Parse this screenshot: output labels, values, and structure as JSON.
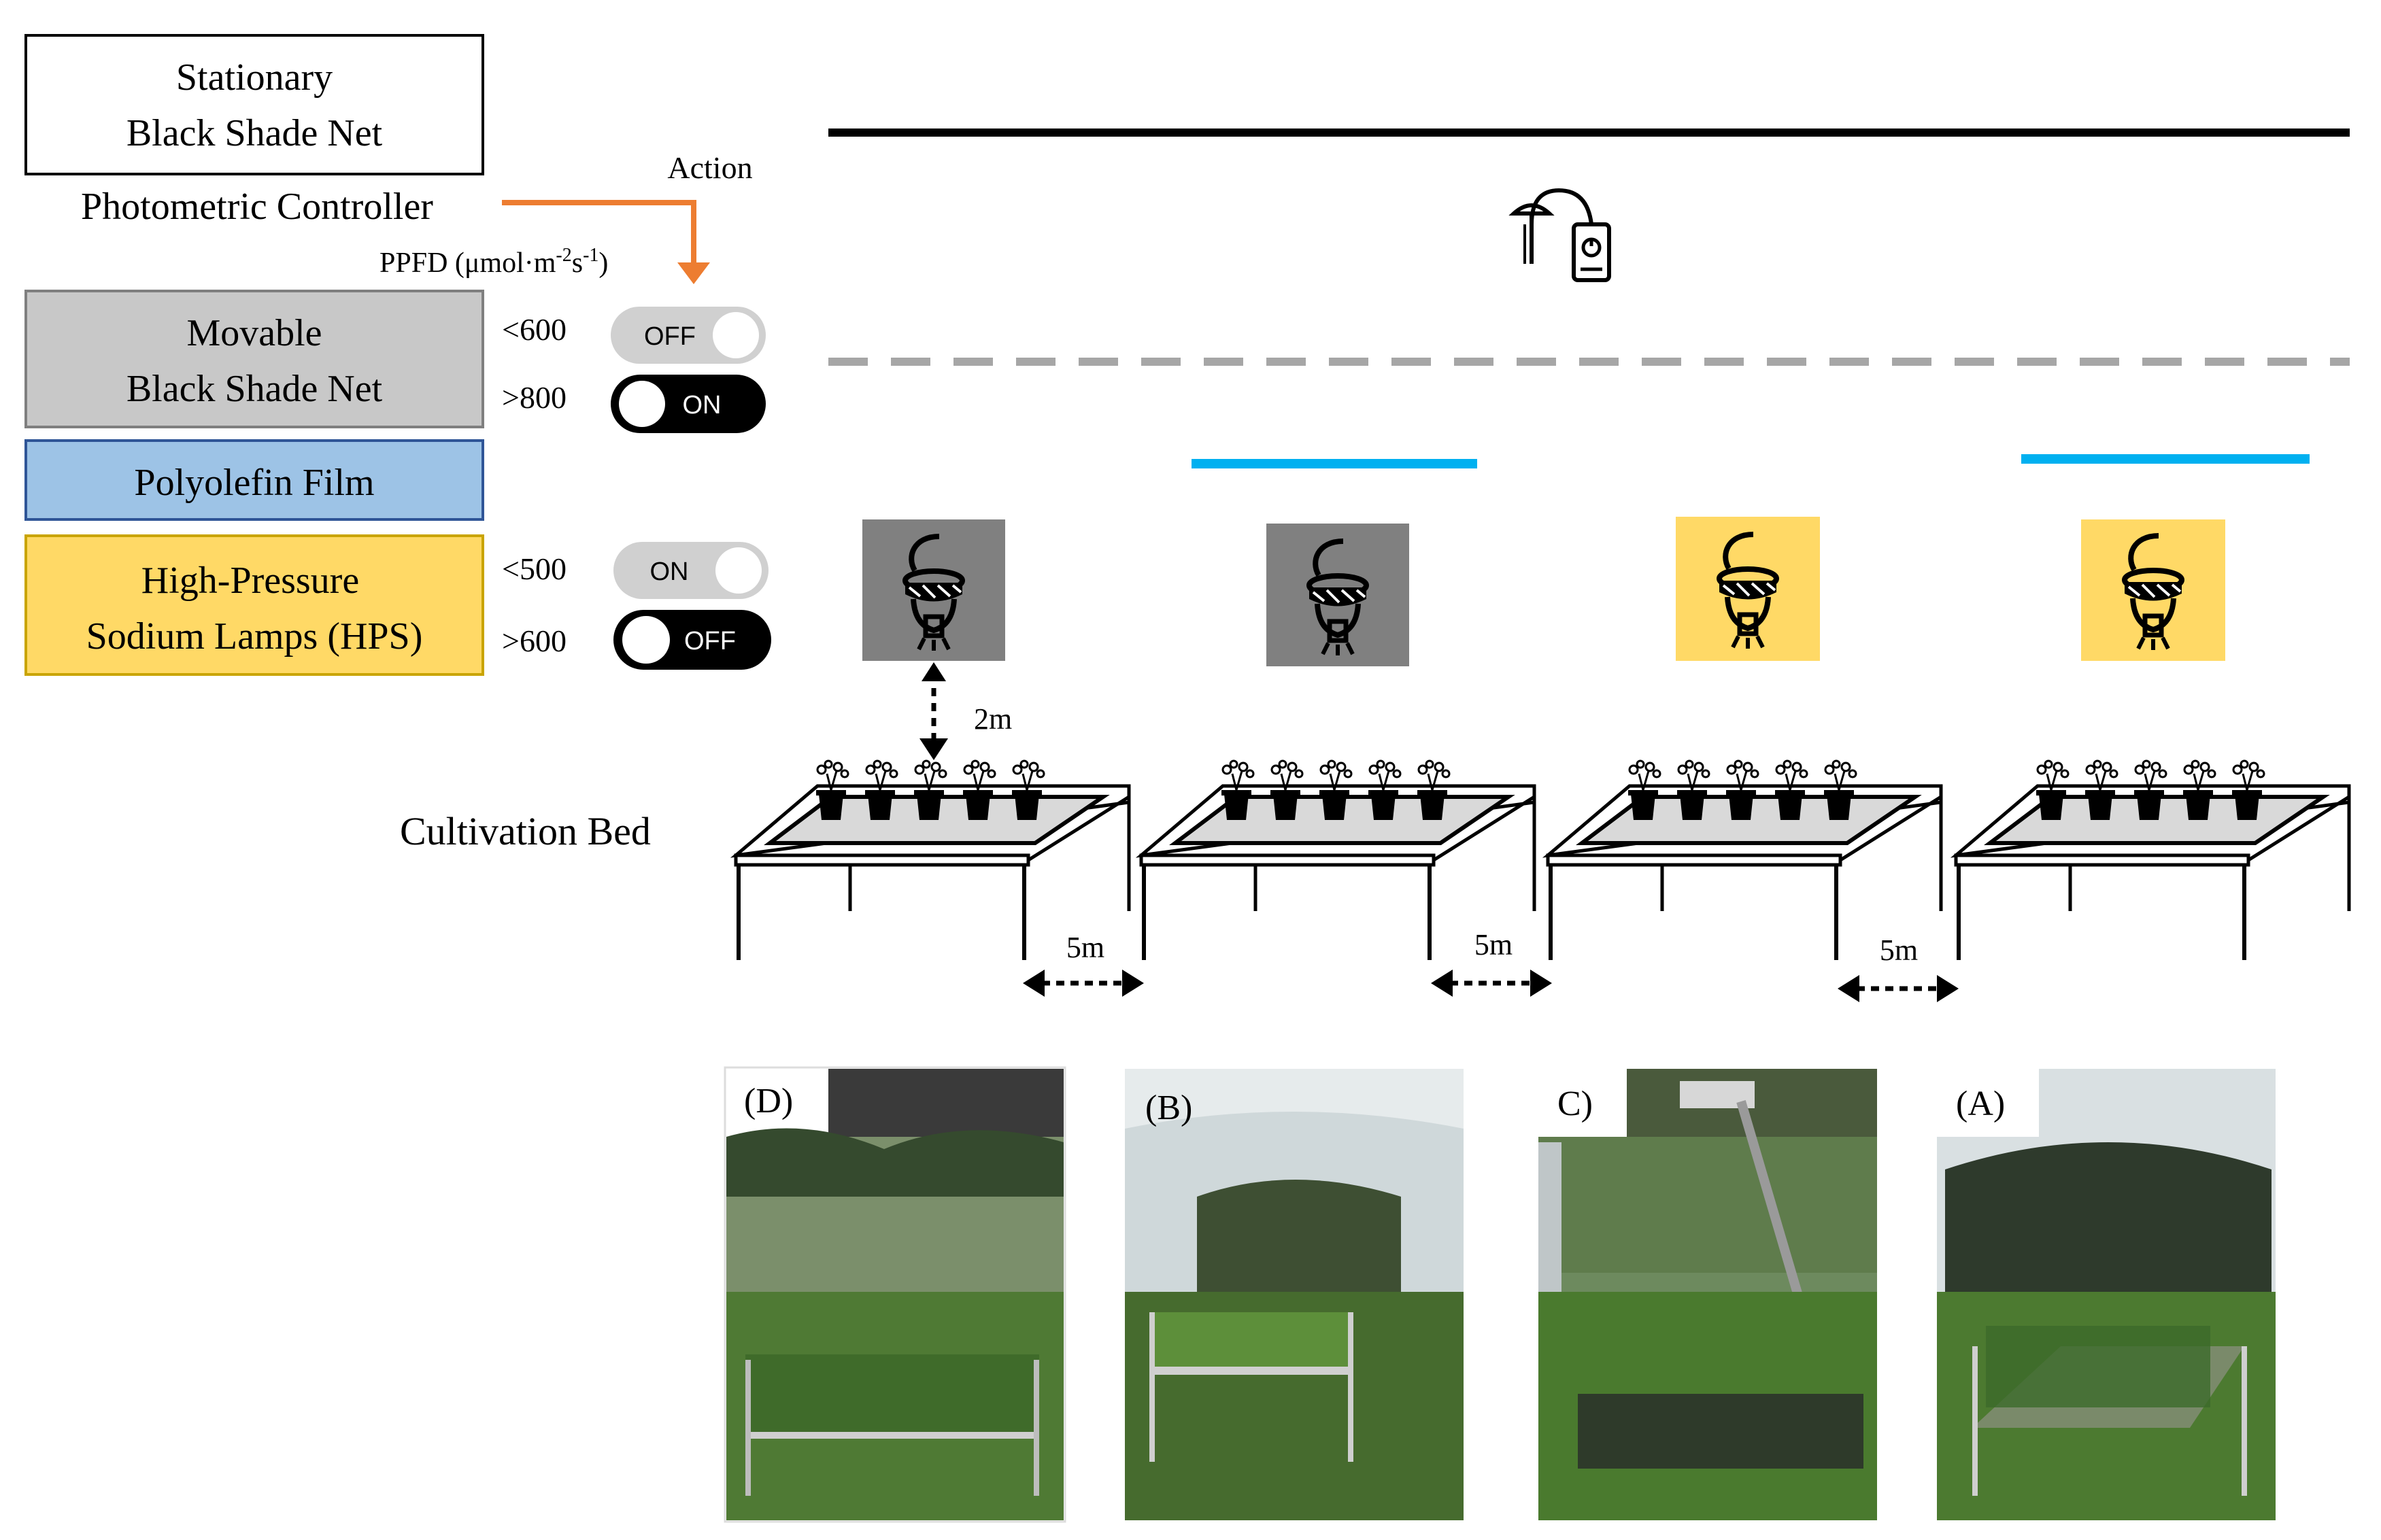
{
  "legend": {
    "stationary_net": {
      "line1": "Stationary",
      "line2": "Black Shade Net"
    },
    "controller": {
      "label": "Photometric Controller",
      "action": "Action",
      "ppfd": "PPFD (μmol·m",
      "ppfd_sup1": "-2",
      "ppfd_mid": "s",
      "ppfd_sup2": "-1",
      "ppfd_end": ")"
    },
    "movable_net": {
      "line1": "Movable",
      "line2": "Black Shade Net",
      "fill": "#c8c8c8"
    },
    "polyolefin": {
      "label": "Polyolefin Film",
      "fill": "#9dc3e6"
    },
    "hps": {
      "line1": "High-Pressure",
      "line2": "Sodium Lamps (HPS)",
      "fill": "#ffd966"
    }
  },
  "toggles": {
    "net_low": {
      "threshold": "<600",
      "state": "OFF"
    },
    "net_high": {
      "threshold": ">800",
      "state": "ON"
    },
    "hps_low": {
      "threshold": "<500",
      "state": "ON"
    },
    "hps_high": {
      "threshold": ">600",
      "state": "OFF"
    }
  },
  "colors": {
    "accent_orange": "#ed7d31",
    "film_blue": "#00b0f0",
    "lamp_on": "#ffd966",
    "lamp_off": "#808080",
    "net_dashed": "#a6a6a6"
  },
  "labels": {
    "height": "2m",
    "bed": "Cultivation Bed",
    "spacing": [
      "5m",
      "5m",
      "5m"
    ]
  },
  "photos": [
    {
      "label": "(D)"
    },
    {
      "label": "(B)"
    },
    {
      "label": "C)"
    },
    {
      "label": "(A)"
    }
  ],
  "icons": {
    "controller": "photometric-sensor-icon",
    "lamp": "lamp-icon",
    "plant": "potted-plant-icon"
  }
}
